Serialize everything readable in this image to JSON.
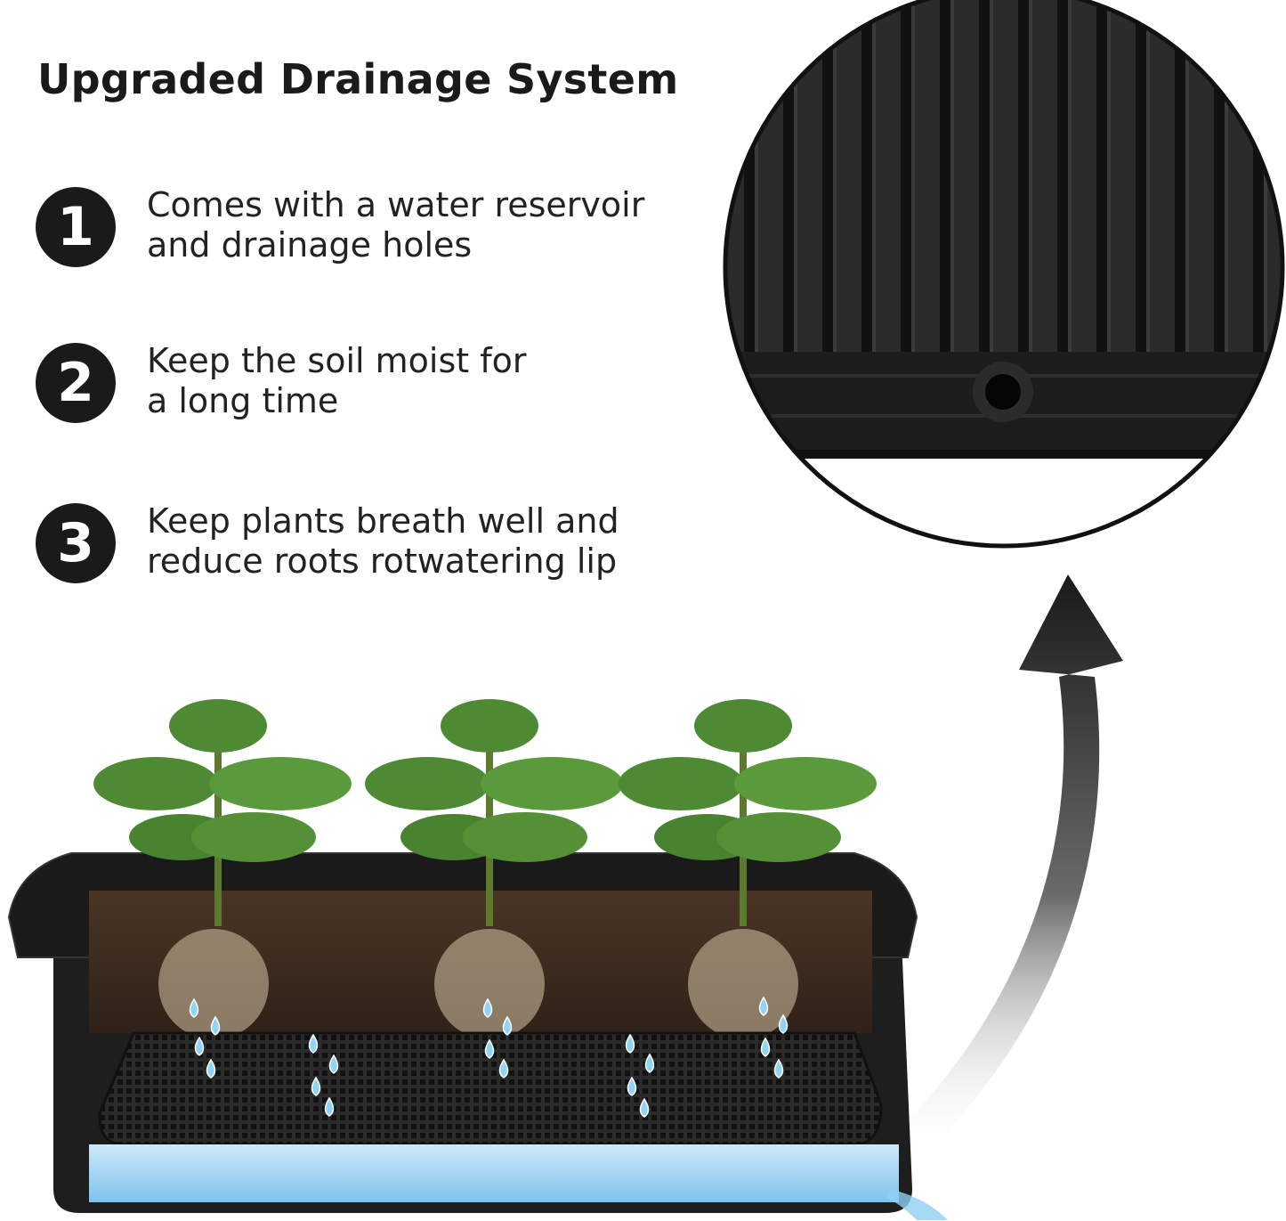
{
  "heading": "Upgraded Drainage System",
  "features": [
    {
      "number": "1",
      "line1": "Comes with a water reservoir",
      "line2": "and drainage holes"
    },
    {
      "number": "2",
      "line1": "Keep the soil moist for",
      "line2": "a long time"
    },
    {
      "number": "3",
      "line1": "Keep plants breath well and",
      "line2": "reduce roots rotwatering lip"
    }
  ],
  "colors": {
    "text": "#1a1a1a",
    "planter": "#1e1e1e",
    "soil": "#3b2a1e",
    "water": "#9fd3f2",
    "leaf": "#4e8a34"
  },
  "icons": [
    "arrow-up-curve-icon",
    "water-drop-icon"
  ]
}
